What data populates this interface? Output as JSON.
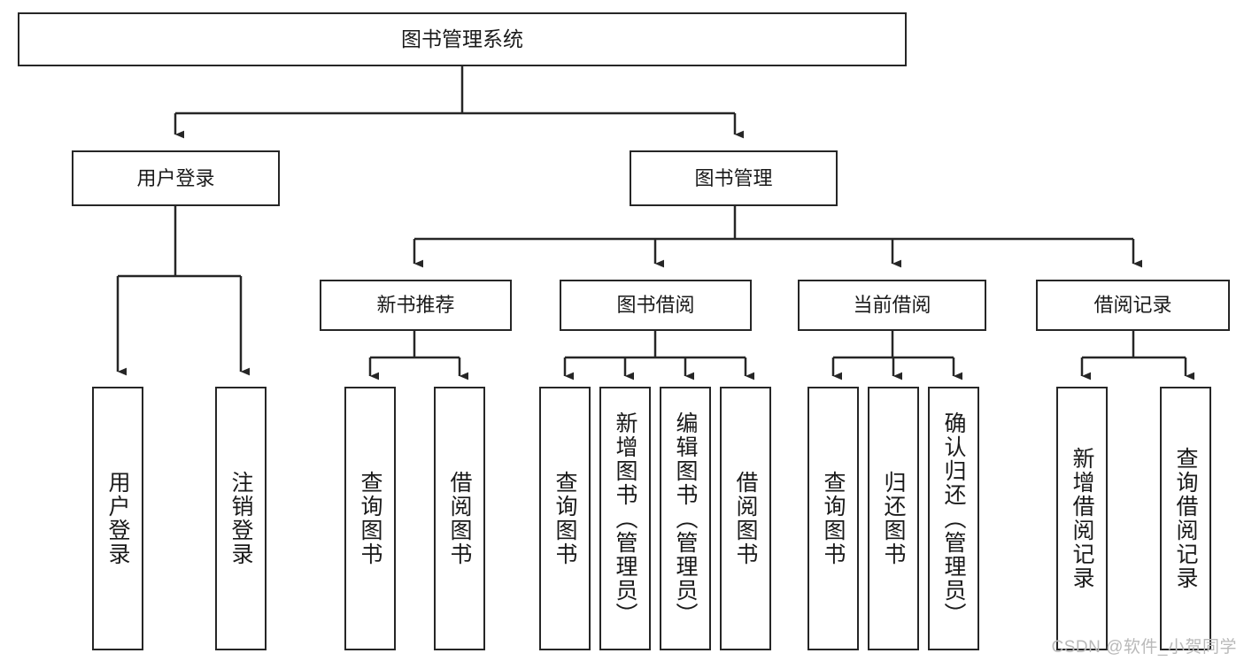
{
  "diagram": {
    "title": "图书管理系统",
    "root": {
      "id": "root",
      "label": "图书管理系统"
    },
    "level2": [
      {
        "id": "user-login",
        "label": "用户登录"
      },
      {
        "id": "book-management",
        "label": "图书管理"
      }
    ],
    "level3": [
      {
        "id": "new-book-recommend",
        "label": "新书推荐"
      },
      {
        "id": "book-borrow",
        "label": "图书借阅"
      },
      {
        "id": "current-borrow",
        "label": "当前借阅"
      },
      {
        "id": "borrow-record",
        "label": "借阅记录"
      }
    ],
    "leaves": {
      "user_login": [
        {
          "id": "leaf-user-login",
          "label": "用户登录"
        },
        {
          "id": "leaf-logout-login",
          "label": "注销登录"
        }
      ],
      "new_book_recommend": [
        {
          "id": "leaf-query-book-1",
          "label": "查询图书"
        },
        {
          "id": "leaf-borrow-book-1",
          "label": "借阅图书"
        }
      ],
      "book_borrow": [
        {
          "id": "leaf-query-book-2",
          "label": "查询图书"
        },
        {
          "id": "leaf-add-book",
          "label": "新增图书（管理员）"
        },
        {
          "id": "leaf-edit-book",
          "label": "编辑图书（管理员）"
        },
        {
          "id": "leaf-borrow-book-2",
          "label": "借阅图书"
        }
      ],
      "current_borrow": [
        {
          "id": "leaf-query-book-3",
          "label": "查询图书"
        },
        {
          "id": "leaf-return-book",
          "label": "归还图书"
        },
        {
          "id": "leaf-confirm-return",
          "label": "确认归还（管理员）"
        }
      ],
      "borrow_record": [
        {
          "id": "leaf-add-record",
          "label": "新增借阅记录"
        },
        {
          "id": "leaf-query-record",
          "label": "查询借阅记录"
        }
      ]
    }
  },
  "watermark": {
    "text": "CSDN @软件_小贺同学"
  },
  "colors": {
    "stroke": "#262626",
    "background": "#ffffff",
    "text": "#1a1a1a",
    "watermark": "#b9b9b9"
  }
}
